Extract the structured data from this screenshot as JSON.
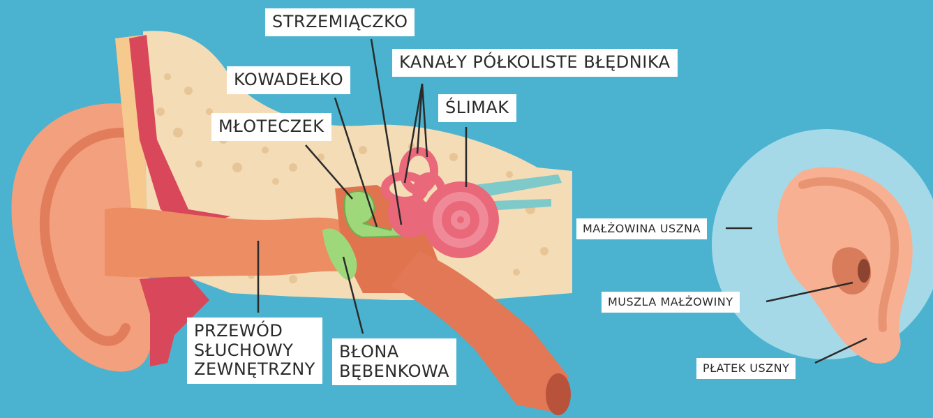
{
  "labels": {
    "strzemiaczko": "STRZEMIĄCZKO",
    "kanaly": "KANAŁY PÓŁKOLISTE BŁĘDNIKA",
    "kowadelko": "KOWADEŁKO",
    "slimak": "ŚLIMAK",
    "mloteczek": "MŁOTECZEK",
    "przewod": "PRZEWÓD\nSŁUCHOWY\nZEWNĘTRZNY",
    "blona": "BŁONA\nBĘBENKOWA",
    "malzowina": "MAŁŻOWINA USZNA",
    "muszla": "MUSZLA MAŁŻOWINY",
    "platek": "PŁATEK USZNY"
  },
  "colors": {
    "background": "#4bb3cf",
    "skin": "#f2a07d",
    "bone": "#f4dcb6",
    "muscle": "#d9475a",
    "cochlea": "#e9687a",
    "ossicle": "#9ed87a",
    "nerve": "#7ec9c9"
  }
}
